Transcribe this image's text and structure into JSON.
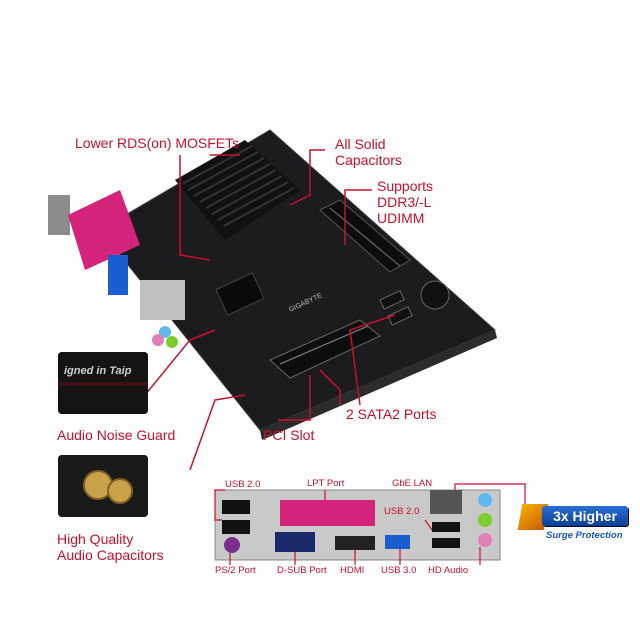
{
  "callouts": {
    "mosfets": "Lower RDS(on) MOSFETs",
    "capacitors": "All Solid\nCapacitors",
    "ddr": "Supports\nDDR3/-L\nUDIMM",
    "sata": "2 SATA2 Ports",
    "pci": "PCI Slot",
    "noise": "Audio Noise Guard",
    "audio_caps": "High Quality\nAudio Capacitors"
  },
  "board_brand": "GIGABYTE",
  "noise_thumb_text": "igned in Taip",
  "io_ports": {
    "usb20_left": "USB 2.0",
    "lpt": "LPT Port",
    "gbe": "GbE LAN",
    "usb20_right": "USB 2.0",
    "ps2": "PS/2 Port",
    "dsub": "D-SUB Port",
    "hdmi": "HDMI",
    "usb30": "USB 3.0",
    "hd_audio": "HD Audio"
  },
  "badge": {
    "main": "3x Higher",
    "sub": "Surge Protection"
  },
  "colors": {
    "accent": "#c8102e",
    "board": "#1c1c1e",
    "badge_blue": "#1a56b8"
  }
}
